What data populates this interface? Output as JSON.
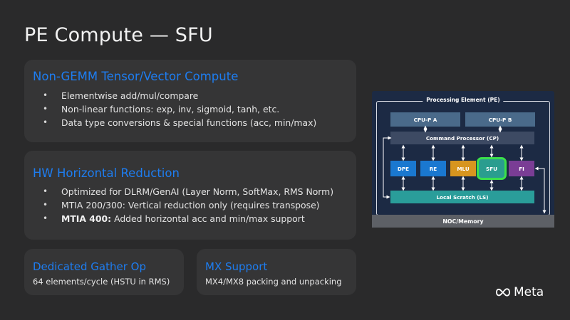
{
  "slide_title": "PE Compute — SFU",
  "cards": {
    "non_gemm": {
      "heading": "Non-GEMM Tensor/Vector Compute",
      "bullets": [
        "Elementwise add/mul/compare",
        "Non-linear functions: exp, inv, sigmoid, tanh, etc.",
        "Data type conversions & special functions (acc, min/max)"
      ]
    },
    "hw_reduction": {
      "heading": "HW Horizontal Reduction",
      "bullets": [
        "Optimized for DLRM/GenAI (Layer Norm, SoftMax, RMS Norm)",
        "MTIA 200/300: Vertical reduction only (requires transpose)"
      ],
      "bullet3_bold": "MTIA 400:",
      "bullet3_rest": " Added horizontal acc and min/max support"
    },
    "gather": {
      "heading": "Dedicated Gather Op",
      "body": "64 elements/cycle (HSTU in RMS)"
    },
    "mx": {
      "heading": "MX Support",
      "body": "MX4/MX8 packing and unpacking"
    }
  },
  "diagram": {
    "frame_label": "Processing Element (PE)",
    "cpu_a": "CPU-P A",
    "cpu_b": "CPU-P B",
    "command_processor": "Command Processor (CP)",
    "units": [
      "DPE",
      "RE",
      "MLU",
      "SFU",
      "FI"
    ],
    "local_scratch": "Local Scratch (LS)",
    "noc": "NOC/Memory",
    "highlighted_unit": "SFU",
    "colors": {
      "background": "#1c2a44",
      "cpu": "#4a6a8a",
      "command_processor": "#3d4a63",
      "DPE": "#1a78d0",
      "RE": "#1a78d0",
      "MLU": "#d7951f",
      "SFU": "#2a9d8f",
      "FI": "#7a3d95",
      "local_scratch": "#2a9d9a",
      "highlight": "#3be04a",
      "noc": "#5d6066"
    }
  },
  "brand": "Meta"
}
